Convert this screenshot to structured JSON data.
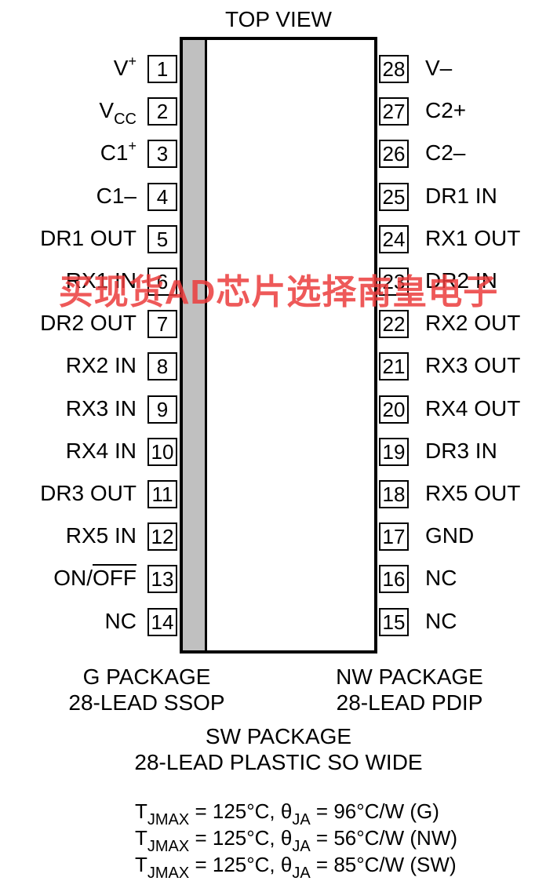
{
  "title": "TOP VIEW",
  "left_pins": [
    {
      "num": "1",
      "label": "V",
      "sup": "+"
    },
    {
      "num": "2",
      "label": "V",
      "sub": "CC"
    },
    {
      "num": "3",
      "label": "C1",
      "sup": "+"
    },
    {
      "num": "4",
      "label": "C1–"
    },
    {
      "num": "5",
      "label": "DR1 OUT"
    },
    {
      "num": "6",
      "label": "RX1 IN"
    },
    {
      "num": "7",
      "label": "DR2 OUT"
    },
    {
      "num": "8",
      "label": "RX2 IN"
    },
    {
      "num": "9",
      "label": "RX3 IN"
    },
    {
      "num": "10",
      "label": "RX4 IN"
    },
    {
      "num": "11",
      "label": "DR3 OUT"
    },
    {
      "num": "12",
      "label": "RX5 IN"
    },
    {
      "num": "13",
      "label": "ON/",
      "overline": "OFF"
    },
    {
      "num": "14",
      "label": "NC"
    }
  ],
  "right_pins": [
    {
      "num": "28",
      "label": "V–"
    },
    {
      "num": "27",
      "label": "C2+"
    },
    {
      "num": "26",
      "label": "C2–"
    },
    {
      "num": "25",
      "label": "DR1 IN"
    },
    {
      "num": "24",
      "label": "RX1 OUT"
    },
    {
      "num": "23",
      "label": "DR2 IN"
    },
    {
      "num": "22",
      "label": "RX2 OUT"
    },
    {
      "num": "21",
      "label": "RX3 OUT"
    },
    {
      "num": "20",
      "label": "RX4 OUT"
    },
    {
      "num": "19",
      "label": "DR3 IN"
    },
    {
      "num": "18",
      "label": "RX5 OUT"
    },
    {
      "num": "17",
      "label": "GND"
    },
    {
      "num": "16",
      "label": "NC"
    },
    {
      "num": "15",
      "label": "NC"
    }
  ],
  "packages": {
    "g_line1": "G PACKAGE",
    "g_line2": "28-LEAD SSOP",
    "nw_line1": "NW PACKAGE",
    "nw_line2": "28-LEAD PDIP",
    "sw_line1": "SW PACKAGE",
    "sw_line2": "28-LEAD PLASTIC SO WIDE"
  },
  "thermal": [
    {
      "t": "T",
      "t_sub": "JMAX",
      "mid": " = 125°C, ",
      "theta": "θ",
      "theta_sub": "JA",
      "end": " = 96°C/W (G)"
    },
    {
      "t": "T",
      "t_sub": "JMAX",
      "mid": " = 125°C, ",
      "theta": "θ",
      "theta_sub": "JA",
      "end": " = 56°C/W (NW)"
    },
    {
      "t": "T",
      "t_sub": "JMAX",
      "mid": " = 125°C, ",
      "theta": "θ",
      "theta_sub": "JA",
      "end": " = 85°C/W (SW)"
    }
  ],
  "watermark": "买现货AD芯片选择南皇电子",
  "colors": {
    "body_fill": "#ffffff",
    "pin1_stripe": "#c0c0c0",
    "outline": "#000000",
    "watermark": "#eb3c3c"
  }
}
